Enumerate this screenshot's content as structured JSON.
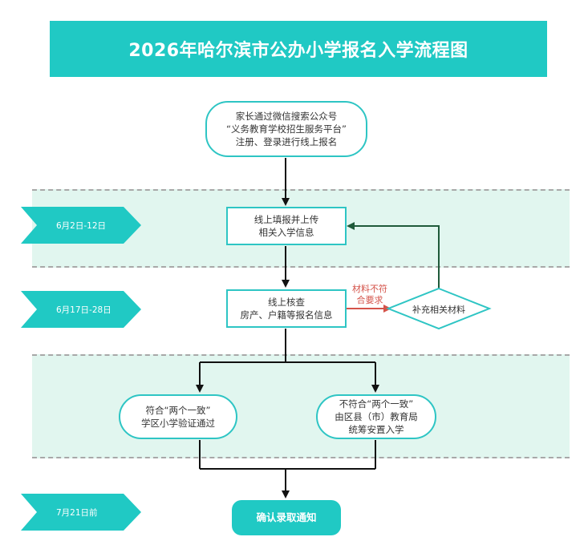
{
  "title": "2026年哈尔滨市公办小学报名入学流程图",
  "colors": {
    "teal": "#20c9c4",
    "band": "#e1f6ef",
    "border": "#2ec5c4",
    "condition_text": "#d4534a",
    "arrow": "#111111"
  },
  "timeline": [
    {
      "label": "6月2日-12日"
    },
    {
      "label": "6月17日-28日"
    },
    {
      "label": "7月21日前"
    }
  ],
  "nodes": {
    "start": {
      "lines": [
        "家长通过微信搜索公众号",
        "“义务教育学校招生服务平台”",
        "注册、登录进行线上报名"
      ]
    },
    "fill": {
      "lines": [
        "线上填报并上传",
        "相关入学信息"
      ]
    },
    "verify": {
      "lines": [
        "线上核查",
        "房产、户籍等报名信息"
      ]
    },
    "supplement": {
      "label": "补充相关材料"
    },
    "consistent": {
      "lines": [
        "符合“两个一致”",
        "学区小学验证通过"
      ]
    },
    "inconsistent": {
      "lines": [
        "不符合“两个一致”",
        "由区县（市）教育局",
        "统筹安置入学"
      ]
    },
    "final": {
      "label": "确认录取通知"
    }
  },
  "condition": {
    "lines": [
      "材料不符",
      "合要求"
    ]
  }
}
